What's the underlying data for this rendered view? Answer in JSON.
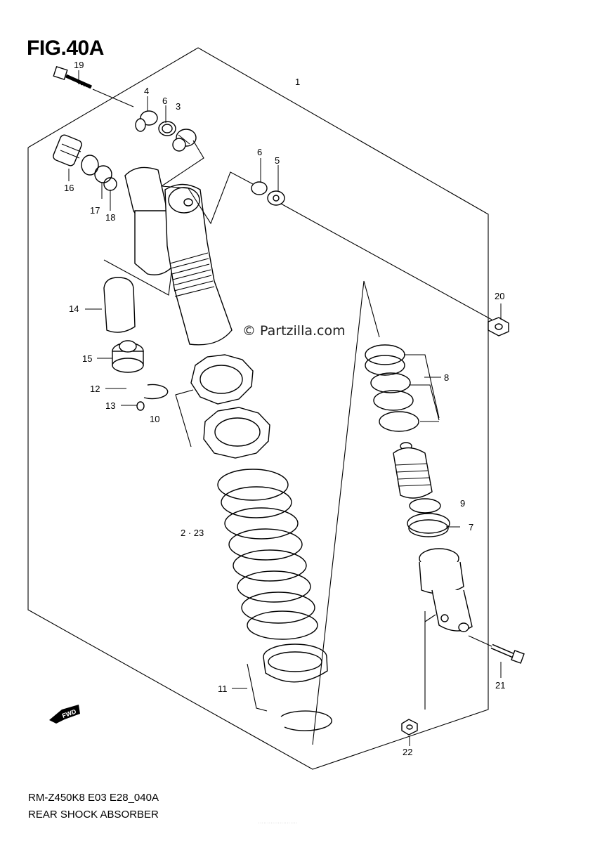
{
  "figure": {
    "title": "FIG.40A"
  },
  "watermark": "© Partzilla.com",
  "footer": {
    "model_code": "RM-Z450K8 E03 E28_040A",
    "section_name": "REAR SHOCK ABSORBER"
  },
  "fwd_label": "FWD",
  "callouts": [
    {
      "id": "1",
      "label": "1"
    },
    {
      "id": "19",
      "label": "19"
    },
    {
      "id": "4",
      "label": "4"
    },
    {
      "id": "6a",
      "label": "6"
    },
    {
      "id": "3",
      "label": "3"
    },
    {
      "id": "6b",
      "label": "6"
    },
    {
      "id": "5",
      "label": "5"
    },
    {
      "id": "16",
      "label": "16"
    },
    {
      "id": "17",
      "label": "17"
    },
    {
      "id": "18",
      "label": "18"
    },
    {
      "id": "14",
      "label": "14"
    },
    {
      "id": "20",
      "label": "20"
    },
    {
      "id": "15",
      "label": "15"
    },
    {
      "id": "8",
      "label": "8"
    },
    {
      "id": "12",
      "label": "12"
    },
    {
      "id": "13",
      "label": "13"
    },
    {
      "id": "10",
      "label": "10"
    },
    {
      "id": "9",
      "label": "9"
    },
    {
      "id": "7",
      "label": "7"
    },
    {
      "id": "2-23",
      "label": "2 · 23"
    },
    {
      "id": "11",
      "label": "11"
    },
    {
      "id": "21",
      "label": "21"
    },
    {
      "id": "22",
      "label": "22"
    }
  ]
}
